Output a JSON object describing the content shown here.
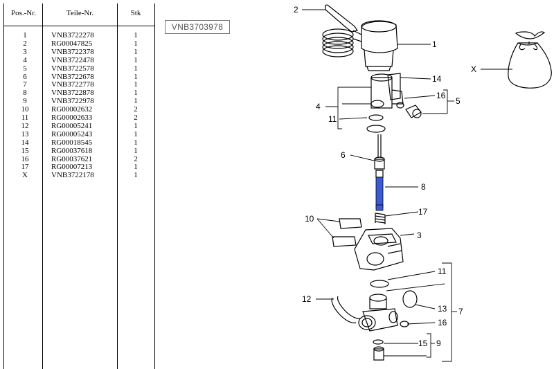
{
  "table": {
    "headers": {
      "pos": "Pos.-Nr.",
      "teil": "Teile-Nr.",
      "stk": "Stk"
    },
    "rows": [
      {
        "pos": "1",
        "teil": "VNB3722278",
        "stk": "1"
      },
      {
        "pos": "2",
        "teil": "RG00047825",
        "stk": "1"
      },
      {
        "pos": "3",
        "teil": "VNB3722378",
        "stk": "1"
      },
      {
        "pos": "4",
        "teil": "VNB3722478",
        "stk": "1"
      },
      {
        "pos": "5",
        "teil": "VNB3722578",
        "stk": "1"
      },
      {
        "pos": "6",
        "teil": "VNB3722678",
        "stk": "1"
      },
      {
        "pos": "7",
        "teil": "VNB3722778",
        "stk": "1"
      },
      {
        "pos": "8",
        "teil": "VNB3722878",
        "stk": "1"
      },
      {
        "pos": "9",
        "teil": "VNB3722978",
        "stk": "1"
      },
      {
        "pos": "10",
        "teil": "RG00002632",
        "stk": "2"
      },
      {
        "pos": "11",
        "teil": "RG00002633",
        "stk": "2"
      },
      {
        "pos": "12",
        "teil": "RG00005241",
        "stk": "1"
      },
      {
        "pos": "13",
        "teil": "RG00005243",
        "stk": "1"
      },
      {
        "pos": "14",
        "teil": "RG00018545",
        "stk": "1"
      },
      {
        "pos": "15",
        "teil": "RG00037618",
        "stk": "1"
      },
      {
        "pos": "16",
        "teil": "RG00037621",
        "stk": "2"
      },
      {
        "pos": "17",
        "teil": "RG00007213",
        "stk": "1"
      },
      {
        "pos": "X",
        "teil": "VNB3722178",
        "stk": "1"
      }
    ]
  },
  "drawing_number": "VNB3703978",
  "callouts": {
    "c1": "1",
    "c2": "2",
    "c3": "3",
    "c4": "4",
    "c5": "5",
    "c6": "6",
    "c7": "7",
    "c8": "8",
    "c9": "9",
    "c10": "10",
    "c11a": "11",
    "c11b": "11",
    "c12": "12",
    "c13": "13",
    "c14": "14",
    "c15": "15",
    "c16a": "16",
    "c16b": "16",
    "c17": "17",
    "cx": "X"
  },
  "colors": {
    "line": "#000000",
    "highlight_part": "#3b5bd6",
    "border": "#777777"
  }
}
